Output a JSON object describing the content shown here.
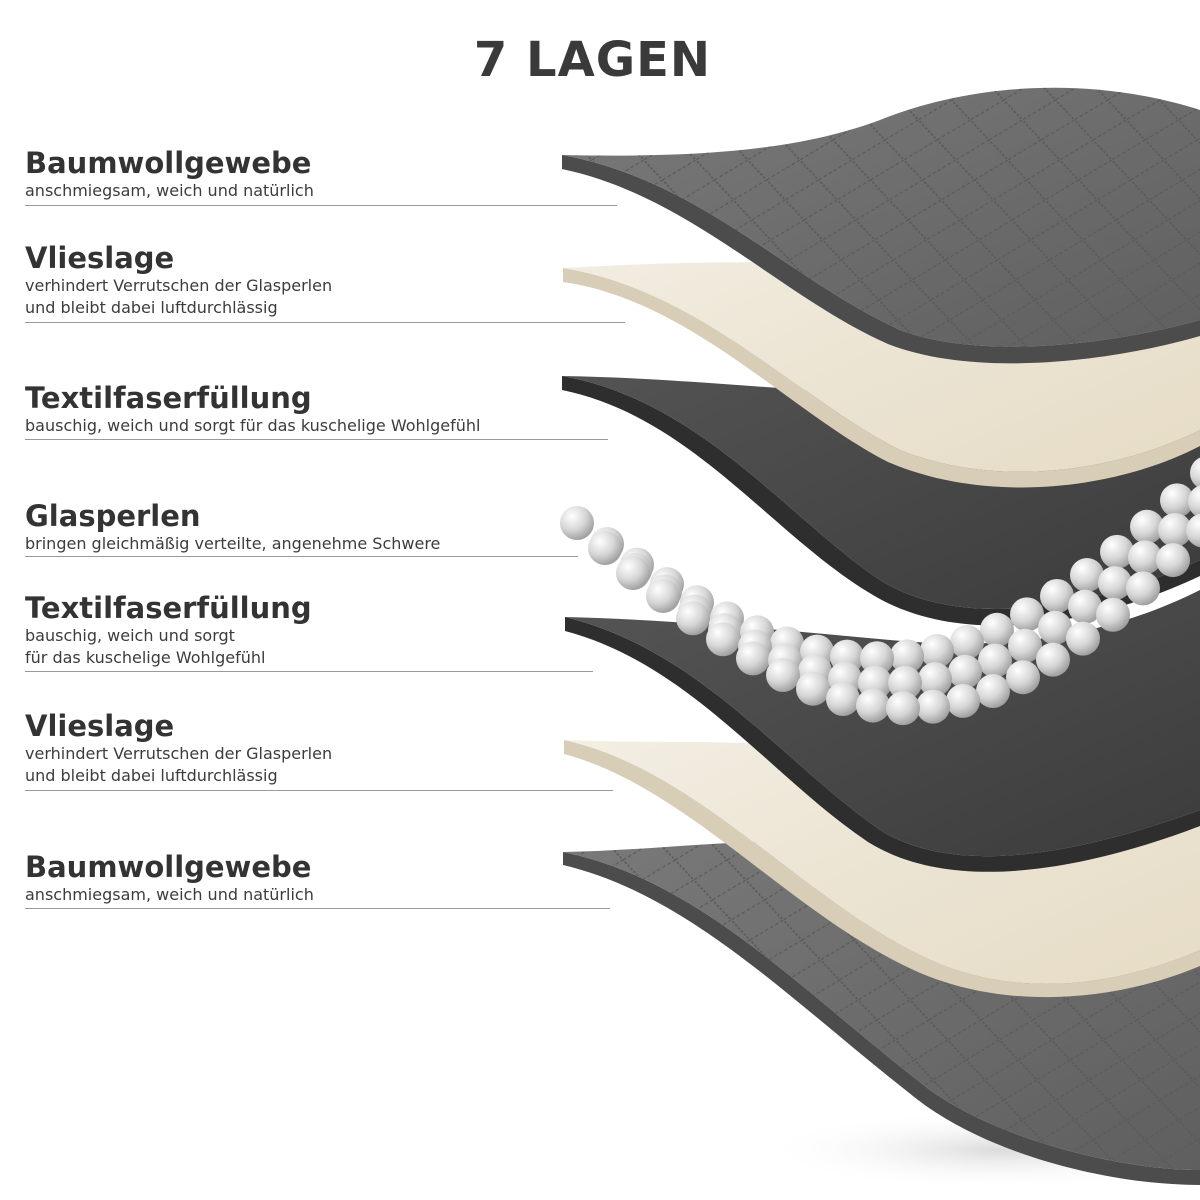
{
  "title": "7 LAGEN",
  "layers": [
    {
      "name": "Baumwollgewebe",
      "description": "anschmiegsam, weich und natürlich",
      "material": "quilted-cotton"
    },
    {
      "name": "Vlieslage",
      "description": "verhindert Verrutschen der Glasperlen\nund bleibt dabei luftdurchlässig",
      "material": "fleece"
    },
    {
      "name": "Textilfaserfüllung",
      "description": "bauschig, weich und sorgt für das kuschelige Wohlgefühl",
      "material": "fiber-fill"
    },
    {
      "name": "Glasperlen",
      "description": "bringen gleichmäßig verteilte, angenehme Schwere",
      "material": "glass-beads"
    },
    {
      "name": "Textilfaserfüllung",
      "description": "bauschig, weich und sorgt\nfür das kuschelige Wohlgefühl",
      "material": "fiber-fill"
    },
    {
      "name": "Vlieslage",
      "description": "verhindert Verrutschen der Glasperlen\nund bleibt dabei luftdurchlässig",
      "material": "fleece"
    },
    {
      "name": "Baumwollgewebe",
      "description": "anschmiegsam, weich und natürlich",
      "material": "quilted-cotton"
    }
  ],
  "colors": {
    "quilted_cotton": "#6e6e6e",
    "fleece": "#efe9dc",
    "fiber_fill": "#4a4a4a",
    "glass_beads": "#e2e2e2",
    "text": "#333333",
    "divider": "#9a9a9a"
  }
}
